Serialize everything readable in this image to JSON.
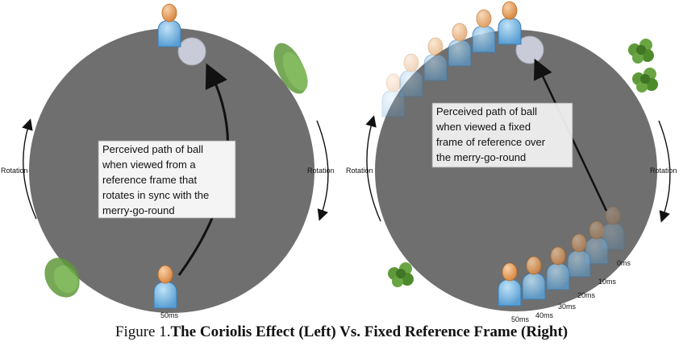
{
  "left_panel": {
    "callout_lines": [
      "Perceived path of ball",
      "when viewed from a",
      "reference frame that",
      "rotates in sync with the",
      "merry-go-round"
    ],
    "rotation_left_label": "Rotation",
    "rotation_right_label": "Rotation",
    "time_label": "50ms"
  },
  "right_panel": {
    "callout_lines": [
      "Perceived path of ball",
      "when viewed a fixed",
      "frame of reference over",
      "the merry-go-round"
    ],
    "rotation_left_label": "Rotation",
    "rotation_right_label": "Rotation",
    "time_labels": [
      "0ms",
      "10ms",
      "20ms",
      "30ms",
      "40ms",
      "50ms"
    ]
  },
  "caption": {
    "prefix": "Figure 1.",
    "title": "The Coriolis Effect (Left) Vs. Fixed Reference Frame (Right)"
  },
  "colors": {
    "disc": "#6f6f6f",
    "figure_body": "#6fb0e0",
    "figure_head": "#e8a263",
    "bush": "#5f9a3a",
    "ball": "#c9cbd8"
  }
}
